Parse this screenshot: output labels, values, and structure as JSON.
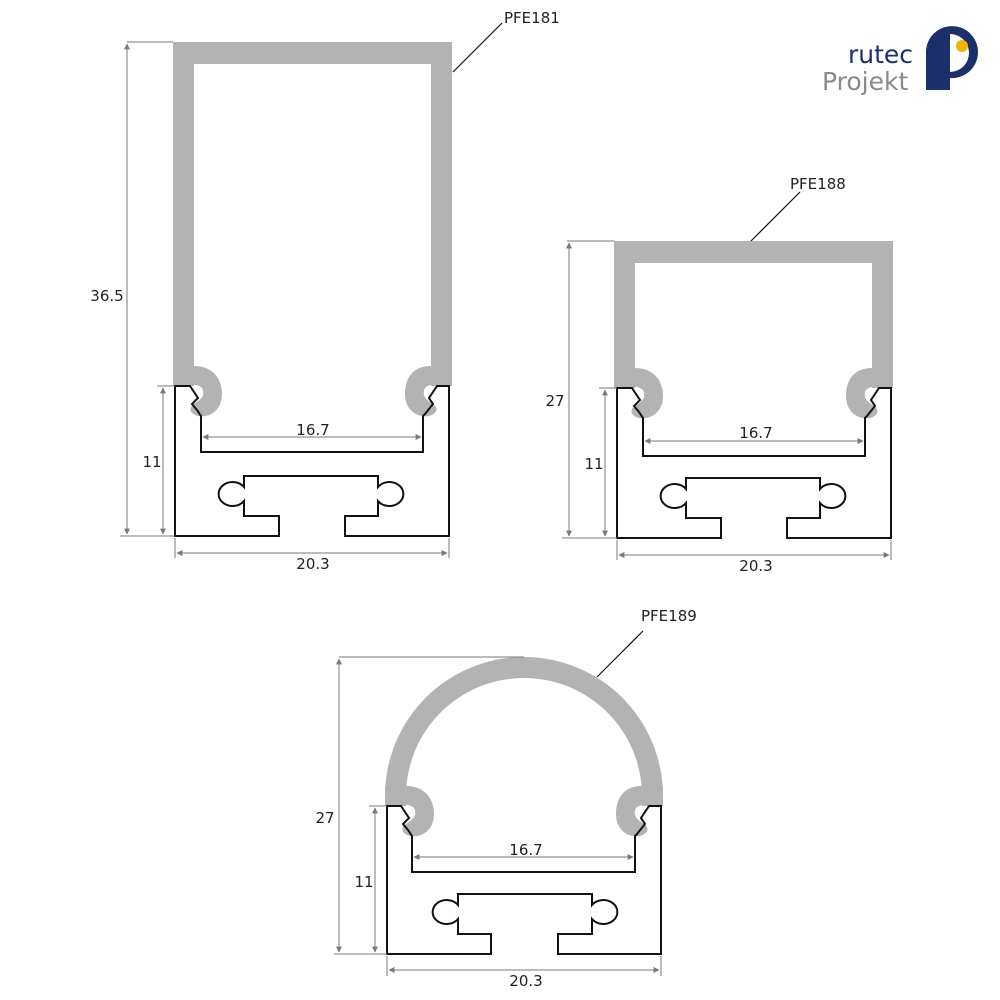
{
  "logo": {
    "line1": "rutec",
    "line2": "Projekt",
    "colors": {
      "navy": "#1b2f6b",
      "gray": "#8a8a8a",
      "dot": "#f2b400"
    }
  },
  "colors": {
    "cover": "#b3b3b3",
    "dimension": "#7a7a7a",
    "outline": "#111111"
  },
  "profiles": [
    {
      "name": "PFE181",
      "overall_height": "36.5",
      "base_height": "11",
      "inner_width": "16.7",
      "outer_width": "20.3",
      "cover_shape": "rectangular"
    },
    {
      "name": "PFE188",
      "overall_height": "27",
      "base_height": "11",
      "inner_width": "16.7",
      "outer_width": "20.3",
      "cover_shape": "rectangular"
    },
    {
      "name": "PFE189",
      "overall_height": "27",
      "base_height": "11",
      "inner_width": "16.7",
      "outer_width": "20.3",
      "cover_shape": "round"
    }
  ]
}
